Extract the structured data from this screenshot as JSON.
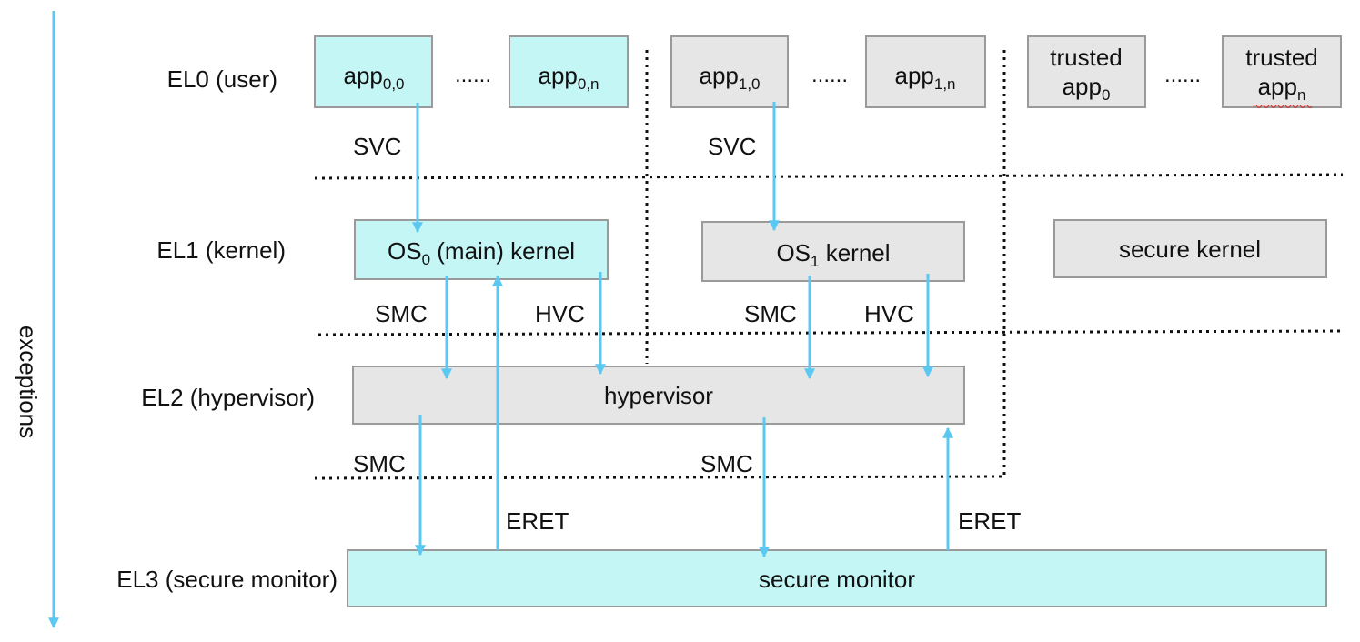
{
  "axis": {
    "label": "exceptions"
  },
  "levels": [
    {
      "id": "el0",
      "label": "EL0 (user)"
    },
    {
      "id": "el1",
      "label": "EL1 (kernel)"
    },
    {
      "id": "el2",
      "label": "EL2 (hypervisor)"
    },
    {
      "id": "el3",
      "label": "EL3 (secure monitor)"
    }
  ],
  "el0": {
    "app00": {
      "base": "app",
      "sub": "0,0"
    },
    "app0n": {
      "base": "app",
      "sub": "0,n"
    },
    "app10": {
      "base": "app",
      "sub": "1,0"
    },
    "app1n": {
      "base": "app",
      "sub": "1,n"
    },
    "trusted0": {
      "line1": "trusted",
      "base": "app",
      "sub": "0"
    },
    "trustedn": {
      "line1": "trusted",
      "base": "app",
      "sub": "n"
    },
    "ellipsis": "......"
  },
  "el1": {
    "os0": {
      "base": "OS",
      "sub": "0",
      "rest": " (main) kernel"
    },
    "os1": {
      "base": "OS",
      "sub": "1",
      "rest": " kernel"
    },
    "secure": "secure kernel"
  },
  "el2": {
    "hypervisor": "hypervisor"
  },
  "el3": {
    "monitor": "secure monitor"
  },
  "calls": {
    "svc": "SVC",
    "smc": "SMC",
    "hvc": "HVC",
    "eret": "ERET"
  },
  "colors": {
    "cyan_fill": "#c5f6f6",
    "gray_fill": "#e6e6e6",
    "box_border": "#9a9a9a",
    "arrow": "#5ac8f0",
    "divider": "#111111"
  }
}
